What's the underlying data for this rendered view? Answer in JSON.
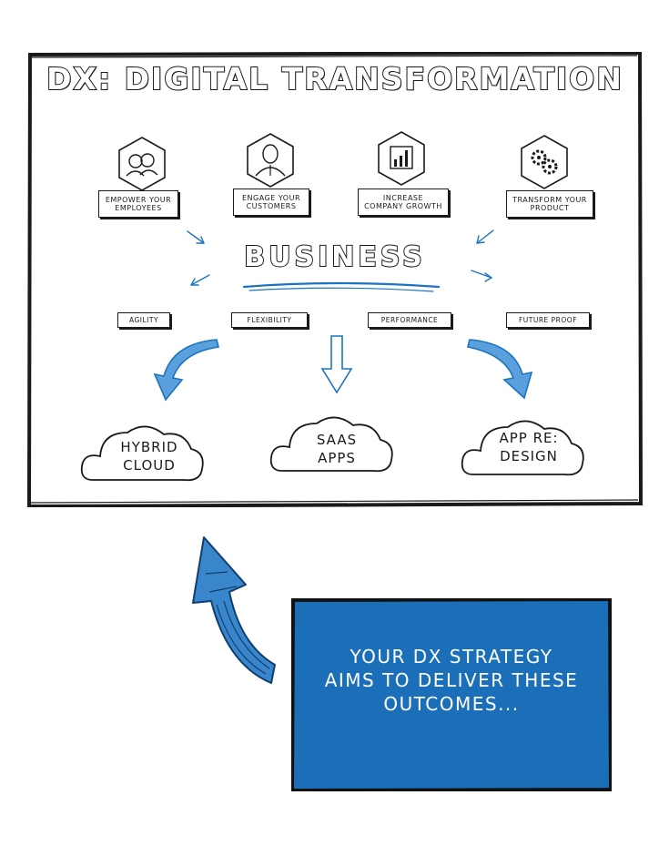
{
  "title": "DX: DIGITAL TRANSFORMATION",
  "icons": [
    "people-icon",
    "customer-icon",
    "growth-chart-icon",
    "gears-icon"
  ],
  "goals": [
    {
      "text": "EMPOWER YOUR\nEMPLOYEES"
    },
    {
      "text": "ENGAGE YOUR\nCUSTOMERS"
    },
    {
      "text": "INCREASE\nCOMPANY GROWTH"
    },
    {
      "text": "TRANSFORM YOUR\nPRODUCT"
    }
  ],
  "center": "BUSINESS",
  "attributes": [
    "AGILITY",
    "FLEXIBILITY",
    "PERFORMANCE",
    "FUTURE PROOF"
  ],
  "outcomes": [
    "HYBRID\nCLOUD",
    "SAAS\nAPPS",
    "APP RE:\nDESIGN"
  ],
  "callout": "YOUR DX STRATEGY\nAIMS TO DELIVER THESE\nOUTCOMES...",
  "colors": {
    "accent": "#1b74c0",
    "ink": "#1a1a1a",
    "callout_bg": "#1a6fb8"
  }
}
